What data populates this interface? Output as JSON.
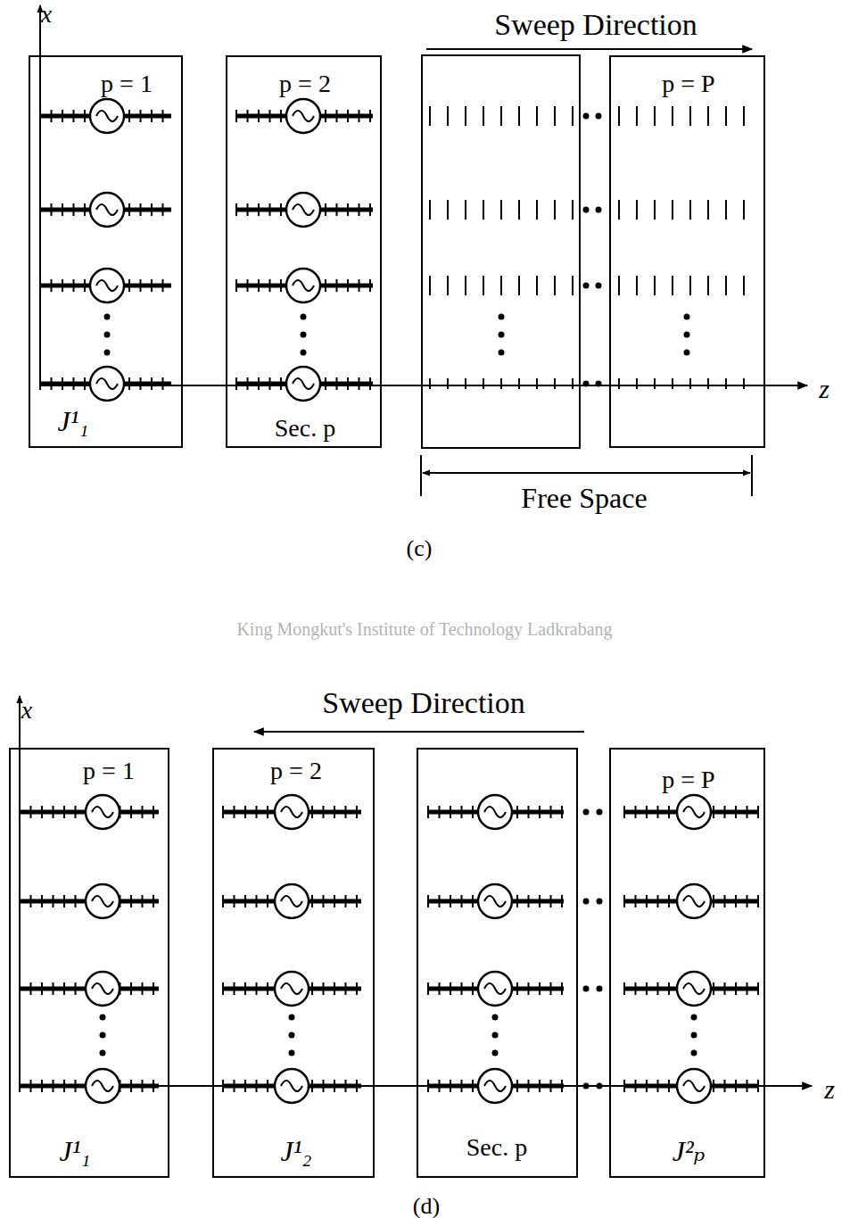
{
  "diagram": {
    "nodes": [
      {
        "text": [
          "p = 1",
          "J¹₁"
        ]
      },
      {
        "text": [
          "p = 2",
          "Sec. p"
        ]
      },
      {
        "text": [
          "p = P"
        ]
      },
      {
        "text": [
          "p = 1",
          "J¹₁"
        ]
      },
      {
        "text": [
          "p = 2",
          "J¹₂"
        ]
      },
      {
        "text": [
          "Sec. p"
        ]
      },
      {
        "text": [
          "p = P",
          "J²ₚ"
        ]
      }
    ],
    "labels": [
      "Sweep Direction",
      "x",
      "z",
      "Free Space",
      "(c)",
      "Sweep Direction",
      "x",
      "z",
      "(d)",
      "King Mongkut's Institute of Technology Ladkrabang"
    ]
  }
}
